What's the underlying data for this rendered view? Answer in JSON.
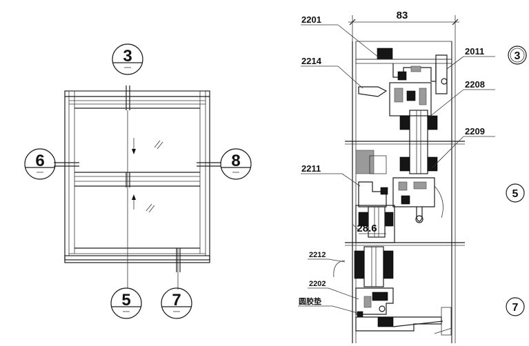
{
  "elevation": {
    "section_markers": {
      "top": "3",
      "left": "6",
      "right": "8",
      "bottom_center": "5",
      "bottom_right": "7"
    }
  },
  "section": {
    "dimension_width": "83",
    "dimension_partial": "28.6",
    "callouts": {
      "c2201": "2201",
      "c2214": "2214",
      "c2011": "2011",
      "c2208": "2208",
      "c2209": "2209",
      "c2211": "2211",
      "c2212": "2212",
      "c2202": "2202",
      "gasket": "圆胶垫"
    },
    "detail_markers": {
      "top": "3",
      "middle": "5",
      "bottom": "7"
    }
  }
}
